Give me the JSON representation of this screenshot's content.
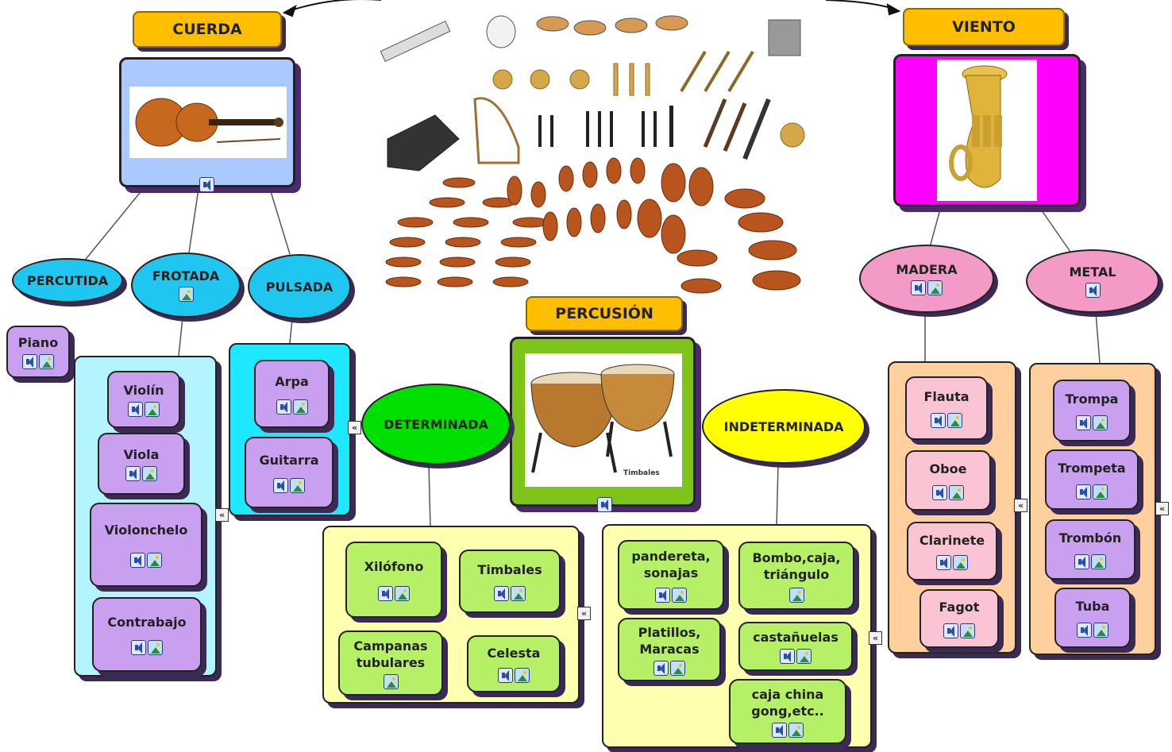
{
  "categories": {
    "cuerda": {
      "title": "CUERDA"
    },
    "viento": {
      "title": "VIENTO"
    },
    "percusion": {
      "title": "PERCUSIÓN",
      "image_caption": "Timbales"
    }
  },
  "cuerda_groups": {
    "percutida": "PERCUTIDA",
    "frotada": "FROTADA",
    "pulsada": "PULSADA"
  },
  "cuerda_instruments": {
    "piano": "Piano",
    "violin": "Violín",
    "viola": "Viola",
    "violonchelo": "Violonchelo",
    "contrabajo": "Contrabajo",
    "arpa": "Arpa",
    "guitarra": "Guitarra"
  },
  "percusion_groups": {
    "determinada": "DETERMINADA",
    "indeterminada": "INDETERMINADA"
  },
  "percusion_determinada": {
    "xilofono": "Xilófono",
    "timbales": "Timbales",
    "campanas": "Campanas\ntubulares",
    "celesta": "Celesta"
  },
  "percusion_indeterminada": {
    "pandereta": "pandereta,\nsonajas",
    "bombo": "Bombo,caja,\ntriángulo",
    "platillos": "Platillos,\nMaracas",
    "castanuelas": "castañuelas",
    "caja_china": "caja china\ngong,etc.."
  },
  "viento_groups": {
    "madera": "MADERA",
    "metal": "METAL"
  },
  "viento_madera": {
    "flauta": "Flauta",
    "oboe": "Oboe",
    "clarinete": "Clarinete",
    "fagot": "Fagot"
  },
  "viento_metal": {
    "trompa": "Trompa",
    "trompeta": "Trompeta",
    "trombon": "Trombón",
    "tuba": "Tuba"
  },
  "icons": [
    "speaker-icon",
    "image-icon",
    "collapse-icon"
  ],
  "colors": {
    "title": "#ffbf00",
    "cuerda_box": "#a9c9ff",
    "viento_box": "#ff00ff",
    "percusion_box": "#7fc41a",
    "oval_cyan": "#1ec6f0",
    "oval_green": "#00e000",
    "oval_yellow": "#ffff00",
    "oval_pink": "#f49ac6",
    "panel_cyan": "#b3f4ff",
    "panel_yellow": "#ffffb0",
    "panel_peach": "#ffcf9e",
    "node_purple": "#c9a0f0",
    "node_pink": "#fbc4d4",
    "node_green": "#b6f066"
  }
}
